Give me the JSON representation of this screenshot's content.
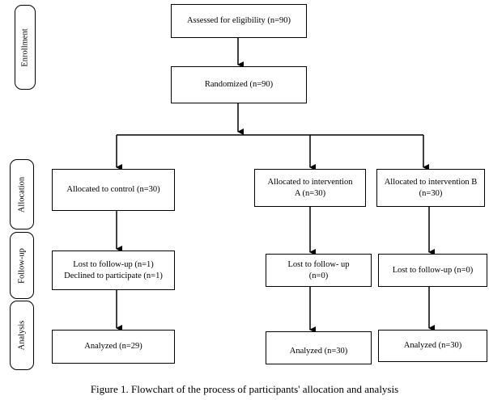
{
  "stages": {
    "enrollment": "Enrollment",
    "allocation": "Allocation",
    "follow_up": "Follow-up",
    "analysis": "Analysis"
  },
  "boxes": {
    "assessed": "Assessed for eligibility (n=90)",
    "randomized": "Randomized (n=90)",
    "control_alloc": "Allocated to control (n=30)",
    "a_alloc": "Allocated to intervention A (n=30)",
    "b_alloc": "Allocated to intervention B (n=30)",
    "control_followup_lost": "Lost to follow-up (n=1)",
    "control_followup_declined": "Declined to participate (n=1)",
    "a_followup": "Lost to follow- up (n=0)",
    "b_followup": "Lost to follow-up (n=0)",
    "control_analyzed": "Analyzed (n=29)",
    "a_analyzed": "Analyzed (n=30)",
    "b_analyzed": "Analyzed (n=30)"
  },
  "caption": "Figure 1. Flowchart of the process of participants' allocation and analysis"
}
